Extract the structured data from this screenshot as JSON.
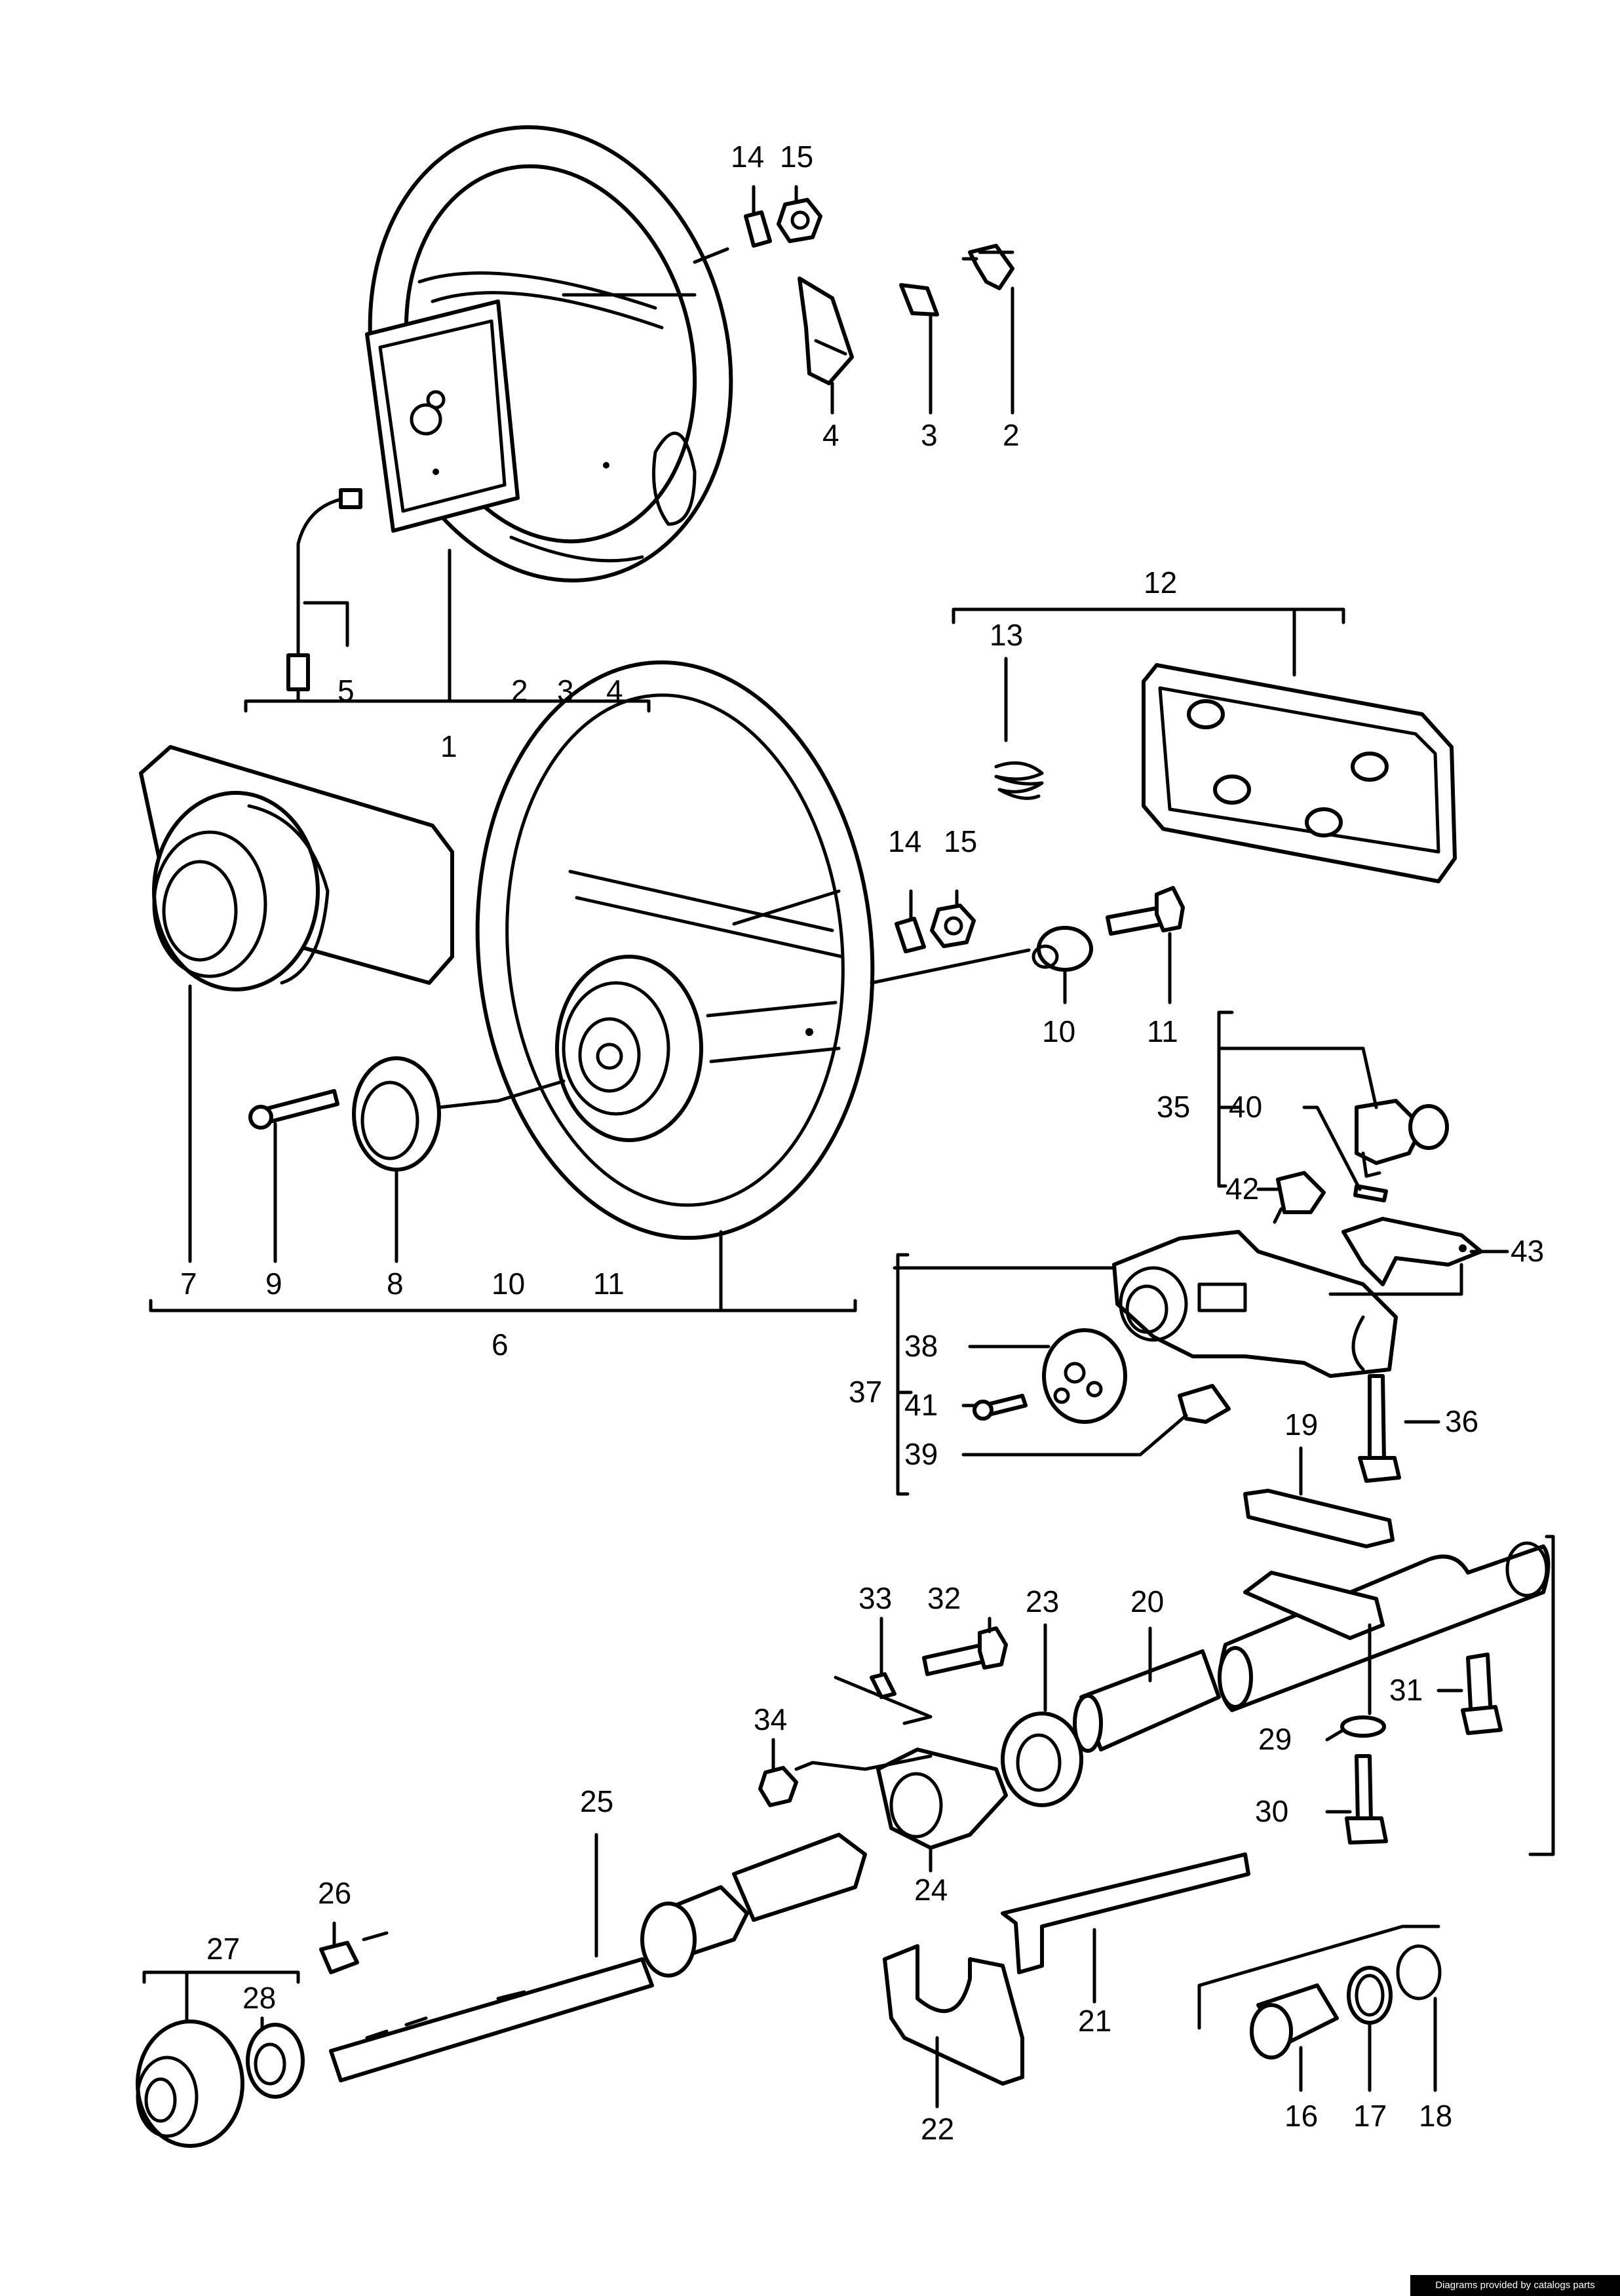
{
  "labels": {
    "l1": "1",
    "l2": "2",
    "l3": "3",
    "l4": "4",
    "l5": "5",
    "l6": "6",
    "l7": "7",
    "l8": "8",
    "l9": "9",
    "l10": "10",
    "l11": "11",
    "l12": "12",
    "l13": "13",
    "l14": "14",
    "l15": "15",
    "l16": "16",
    "l17": "17",
    "l18": "18",
    "l19": "19",
    "l20": "20",
    "l21": "21",
    "l22": "22",
    "l23": "23",
    "l24": "24",
    "l25": "25",
    "l26": "26",
    "l27": "27",
    "l28": "28",
    "l29": "29",
    "l30": "30",
    "l31": "31",
    "l32": "32",
    "l33": "33",
    "l34": "34",
    "l35": "35",
    "l36": "36",
    "l37": "37",
    "l38": "38",
    "l39": "39",
    "l40": "40",
    "l41": "41",
    "l42": "42",
    "l43": "43"
  },
  "group1_sub": {
    "a": "2",
    "b": "3",
    "c": "4"
  },
  "group6_sub": {
    "a": "10",
    "b": "11"
  },
  "credit": "Diagrams provided by catalogs parts"
}
